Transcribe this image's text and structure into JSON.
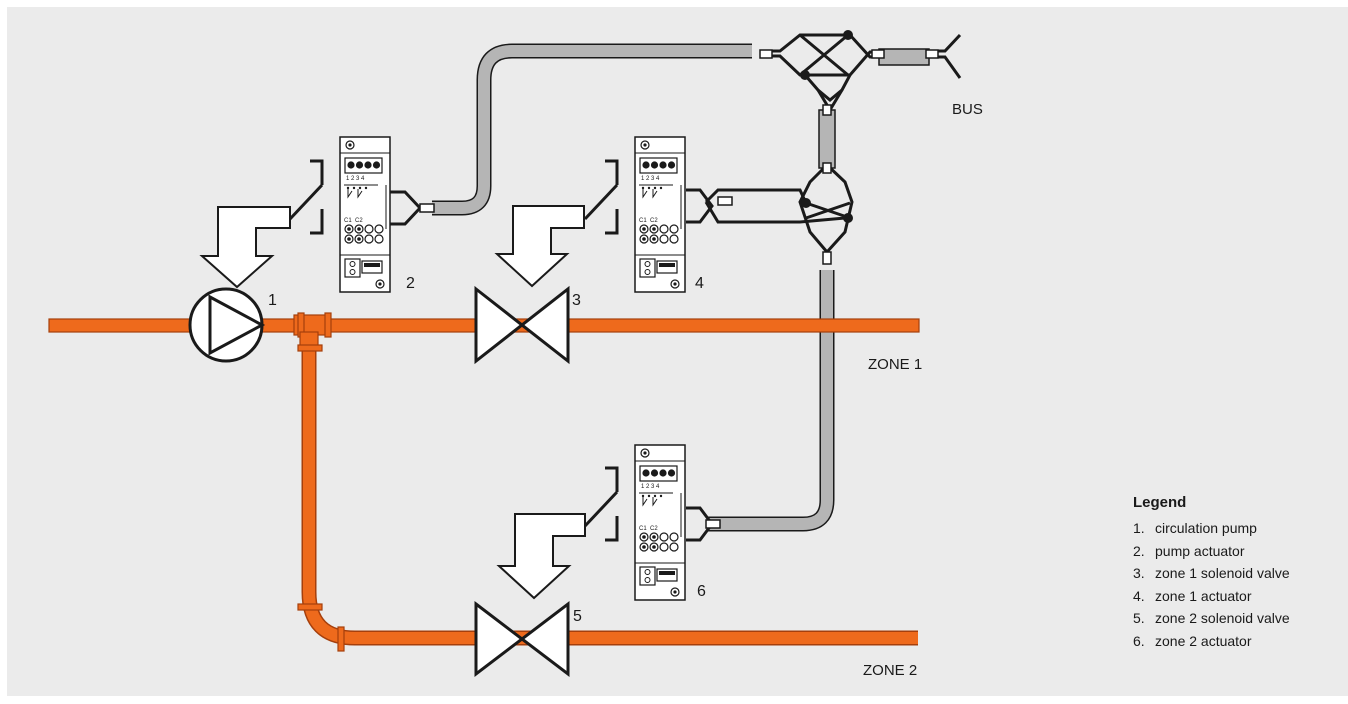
{
  "labels": {
    "bus": "BUS",
    "zone1": "ZONE 1",
    "zone2": "ZONE 2",
    "n1": "1",
    "n2": "2",
    "n3": "3",
    "n4": "4",
    "n5": "5",
    "n6": "6"
  },
  "module": {
    "terminals": "1 2 3 4",
    "c1": "C1",
    "c2": "C2"
  },
  "legend": {
    "title": "Legend",
    "items": [
      {
        "num": "1.",
        "text": "circulation pump"
      },
      {
        "num": "2.",
        "text": "pump actuator"
      },
      {
        "num": "3.",
        "text": "zone 1 solenoid valve"
      },
      {
        "num": "4.",
        "text": "zone 1 actuator"
      },
      {
        "num": "5.",
        "text": "zone 2 solenoid valve"
      },
      {
        "num": "6.",
        "text": "zone 2 actuator"
      }
    ]
  },
  "colors": {
    "pipe": "#ee6a1c",
    "pipe_edge": "#a53f0c",
    "cable": "#b5b5b5",
    "background": "#ebebeb"
  }
}
